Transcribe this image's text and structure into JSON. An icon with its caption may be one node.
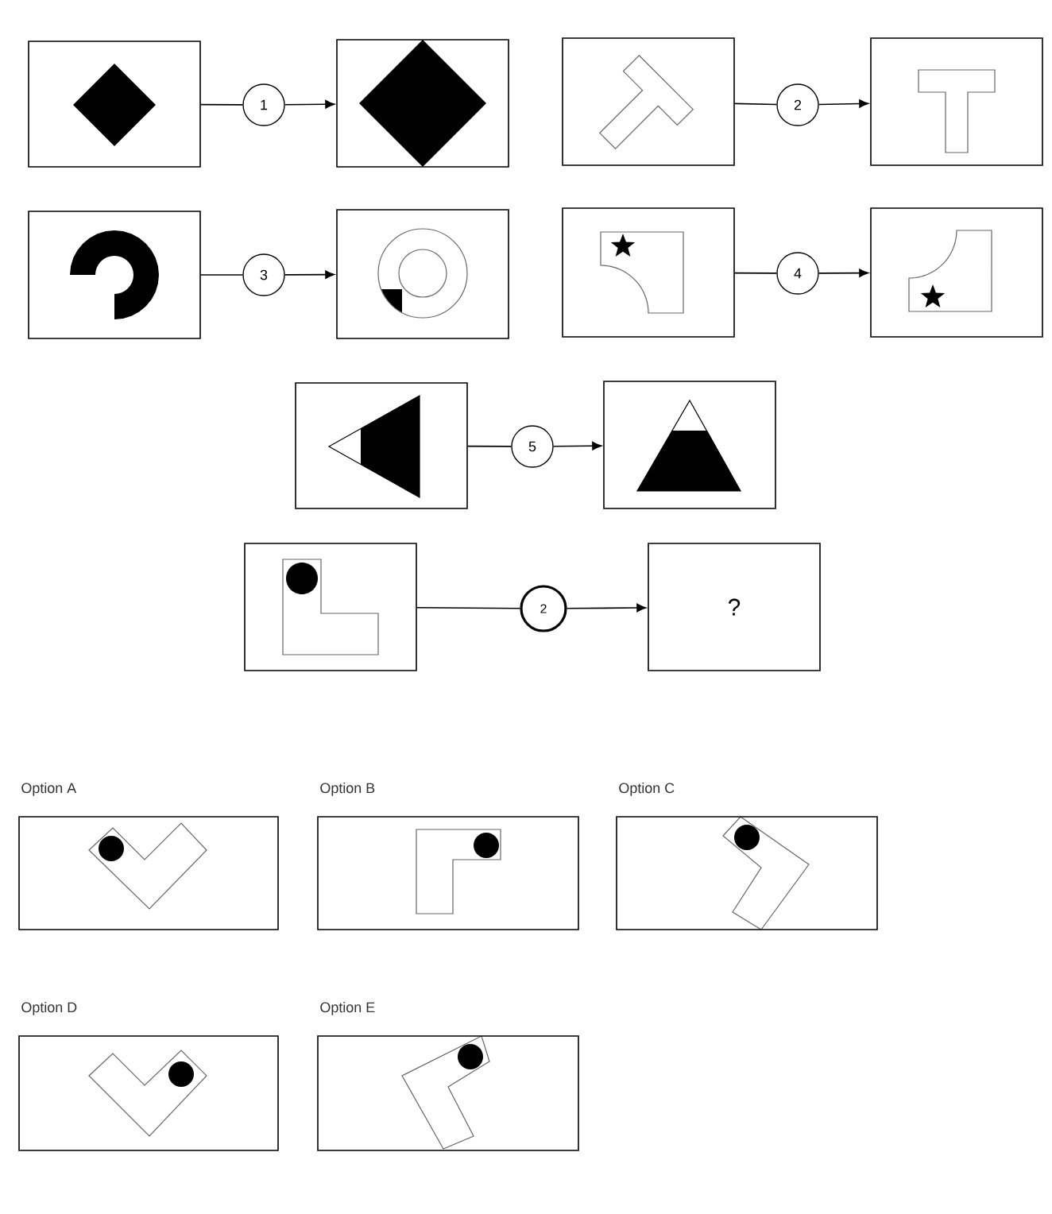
{
  "diagram": {
    "nodes": [
      {
        "text": [],
        "shape": "picture"
      },
      {
        "text": [
          "1"
        ]
      },
      {
        "text": [],
        "shape": "picture"
      },
      {
        "text": [],
        "shape": "picture"
      },
      {
        "text": [
          "2"
        ]
      },
      {
        "text": [],
        "shape": "picture"
      },
      {
        "text": [],
        "shape": "picture"
      },
      {
        "text": [
          "3"
        ]
      },
      {
        "text": [],
        "shape": "picture"
      },
      {
        "text": [],
        "shape": "picture"
      },
      {
        "text": [
          "4"
        ]
      },
      {
        "text": [],
        "shape": "picture"
      },
      {
        "text": [],
        "shape": "picture"
      },
      {
        "text": [
          "5"
        ]
      },
      {
        "text": [],
        "shape": "picture"
      },
      {
        "text": [],
        "shape": "picture"
      },
      {
        "text": [
          "2"
        ]
      },
      {
        "text": [
          "?"
        ]
      },
      {
        "text": [
          "Option A"
        ]
      },
      {
        "text": [
          "Option B"
        ]
      },
      {
        "text": [
          "Option C"
        ]
      },
      {
        "text": [
          "Option D"
        ]
      },
      {
        "text": [
          "Option E"
        ]
      }
    ],
    "edges": [
      {
        "from": 0,
        "to": 1,
        "arrow": "none"
      },
      {
        "from": 1,
        "to": 2,
        "arrow": "to"
      },
      {
        "from": 3,
        "to": 4,
        "arrow": "none"
      },
      {
        "from": 4,
        "to": 5,
        "arrow": "to"
      },
      {
        "from": 6,
        "to": 7,
        "arrow": "none"
      },
      {
        "from": 7,
        "to": 8,
        "arrow": "to"
      },
      {
        "from": 9,
        "to": 10,
        "arrow": "none"
      },
      {
        "from": 10,
        "to": 11,
        "arrow": "to"
      },
      {
        "from": 12,
        "to": 13,
        "arrow": "none"
      },
      {
        "from": 13,
        "to": 14,
        "arrow": "to"
      },
      {
        "from": 15,
        "to": 16,
        "arrow": "none"
      },
      {
        "from": 16,
        "to": 17,
        "arrow": "to"
      }
    ]
  }
}
